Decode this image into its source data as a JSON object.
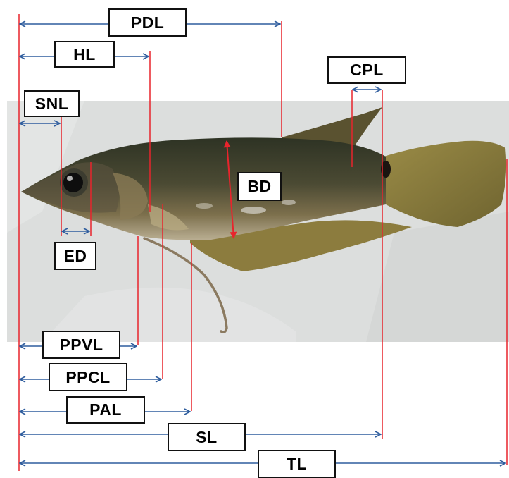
{
  "labels": {
    "pdl": "PDL",
    "hl": "HL",
    "cpl": "CPL",
    "snl": "SNL",
    "bd": "BD",
    "ed": "ED",
    "ppvl": "PPVL",
    "ppcl": "PPCL",
    "pal": "PAL",
    "sl": "SL",
    "tl": "TL"
  },
  "colors": {
    "reference_line": "#e8242c",
    "measure_arrow": "#2f5d9e",
    "body_depth_arrow": "#e8242c",
    "photo_background": "#dcdedd",
    "fish_body": "#4a4a2e"
  }
}
